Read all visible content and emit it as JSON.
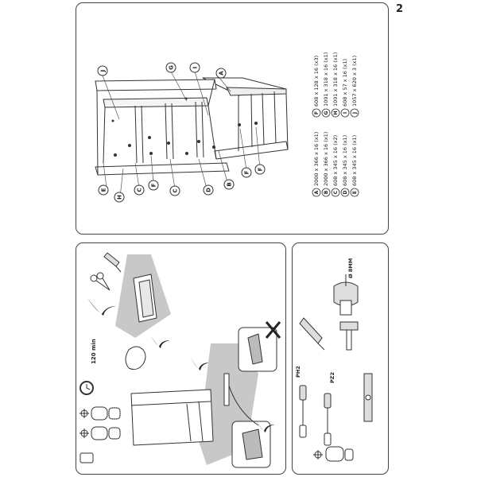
{
  "page_number": "2",
  "info_panel": {
    "time": "120 min",
    "drill_size": "Ø 8MM",
    "bits": [
      "PH2",
      "PZ2"
    ]
  },
  "parts_list": [
    {
      "id": "A",
      "dims": "2000 x 366 x 16 (x1)"
    },
    {
      "id": "B",
      "dims": "2000 x 366 x 16 (x1)"
    },
    {
      "id": "C",
      "dims": "608 x 345 x 16 (x2)"
    },
    {
      "id": "D",
      "dims": "608 x 345 x 16 (x1)"
    },
    {
      "id": "E",
      "dims": "608 x 345 x 16 (x1)"
    },
    {
      "id": "F",
      "dims": "608 x 128 x 16 (x3)"
    },
    {
      "id": "G",
      "dims": "1091 x 318 x 16 (x1)"
    },
    {
      "id": "H",
      "dims": "1091 x 318 x 16 (x1)"
    },
    {
      "id": "I",
      "dims": "608 x 57 x 16 (x1)"
    },
    {
      "id": "J",
      "dims": "1057 x 620 x 3 (x1)"
    }
  ],
  "diagram_labels": [
    "A",
    "B",
    "C",
    "C",
    "D",
    "E",
    "F",
    "F",
    "F",
    "G",
    "H",
    "I",
    "J"
  ]
}
